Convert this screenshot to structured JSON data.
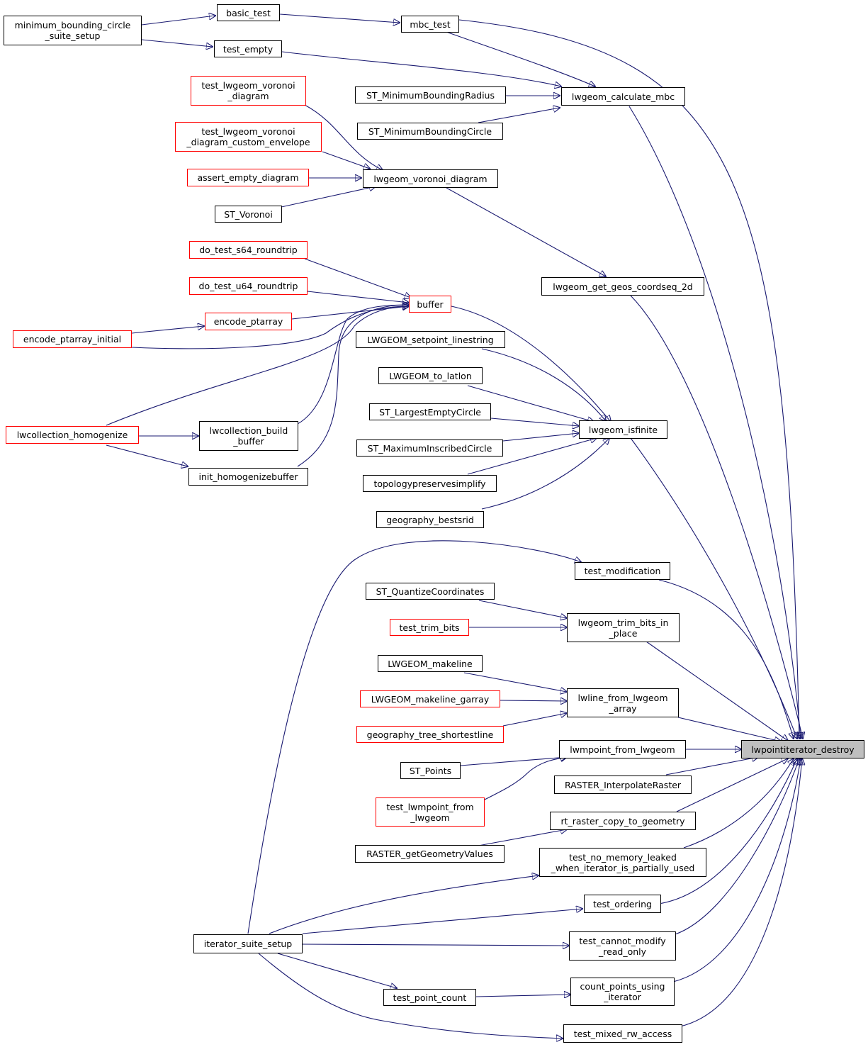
{
  "colors": {
    "edge": "#191970",
    "border_normal": "#000000",
    "border_truncated": "#ff0000",
    "root_fill": "#bfbfbf"
  },
  "nodes": {
    "minimum_bounding_circle_suite_setup": "minimum_bounding_circle\n_suite_setup",
    "basic_test": "basic_test",
    "test_empty": "test_empty",
    "mbc_test": "mbc_test",
    "test_lwgeom_voronoi_diagram": "test_lwgeom_voronoi\n_diagram",
    "test_lwgeom_voronoi_diagram_custom_envelope": "test_lwgeom_voronoi\n_diagram_custom_envelope",
    "assert_empty_diagram": "assert_empty_diagram",
    "ST_Voronoi": "ST_Voronoi",
    "ST_MinimumBoundingRadius": "ST_MinimumBoundingRadius",
    "ST_MinimumBoundingCircle": "ST_MinimumBoundingCircle",
    "lwgeom_calculate_mbc": "lwgeom_calculate_mbc",
    "lwgeom_voronoi_diagram": "lwgeom_voronoi_diagram",
    "do_test_s64_roundtrip": "do_test_s64_roundtrip",
    "do_test_u64_roundtrip": "do_test_u64_roundtrip",
    "encode_ptarray": "encode_ptarray",
    "encode_ptarray_initial": "encode_ptarray_initial",
    "buffer": "buffer",
    "lwgeom_get_geos_coordseq_2d": "lwgeom_get_geos_coordseq_2d",
    "LWGEOM_setpoint_linestring": "LWGEOM_setpoint_linestring",
    "LWGEOM_to_latlon": "LWGEOM_to_latlon",
    "ST_LargestEmptyCircle": "ST_LargestEmptyCircle",
    "ST_MaximumInscribedCircle": "ST_MaximumInscribedCircle",
    "topologypreservesimplify": "topologypreservesimplify",
    "geography_bestsrid": "geography_bestsrid",
    "lwgeom_isfinite": "lwgeom_isfinite",
    "lwcollection_homogenize": "lwcollection_homogenize",
    "lwcollection_build_buffer": "lwcollection_build\n_buffer",
    "init_homogenizebuffer": "init_homogenizebuffer",
    "test_modification": "test_modification",
    "ST_QuantizeCoordinates": "ST_QuantizeCoordinates",
    "test_trim_bits": "test_trim_bits",
    "lwgeom_trim_bits_in_place": "lwgeom_trim_bits_in\n_place",
    "LWGEOM_makeline": "LWGEOM_makeline",
    "LWGEOM_makeline_garray": "LWGEOM_makeline_garray",
    "geography_tree_shortestline": "geography_tree_shortestline",
    "lwline_from_lwgeom_array": "lwline_from_lwgeom\n_array",
    "lwmpoint_from_lwgeom": "lwmpoint_from_lwgeom",
    "ST_Points": "ST_Points",
    "test_lwmpoint_from_lwgeom": "test_lwmpoint_from\n_lwgeom",
    "RASTER_InterpolateRaster": "RASTER_InterpolateRaster",
    "rt_raster_copy_to_geometry": "rt_raster_copy_to_geometry",
    "RASTER_getGeometryValues": "RASTER_getGeometryValues",
    "test_no_memory_leaked": "test_no_memory_leaked\n_when_iterator_is_partially_used",
    "test_ordering": "test_ordering",
    "iterator_suite_setup": "iterator_suite_setup",
    "test_cannot_modify_read_only": "test_cannot_modify\n_read_only",
    "test_point_count": "test_point_count",
    "count_points_using_iterator": "count_points_using\n_iterator",
    "test_mixed_rw_access": "test_mixed_rw_access",
    "lwpointiterator_destroy": "lwpointiterator_destroy"
  }
}
